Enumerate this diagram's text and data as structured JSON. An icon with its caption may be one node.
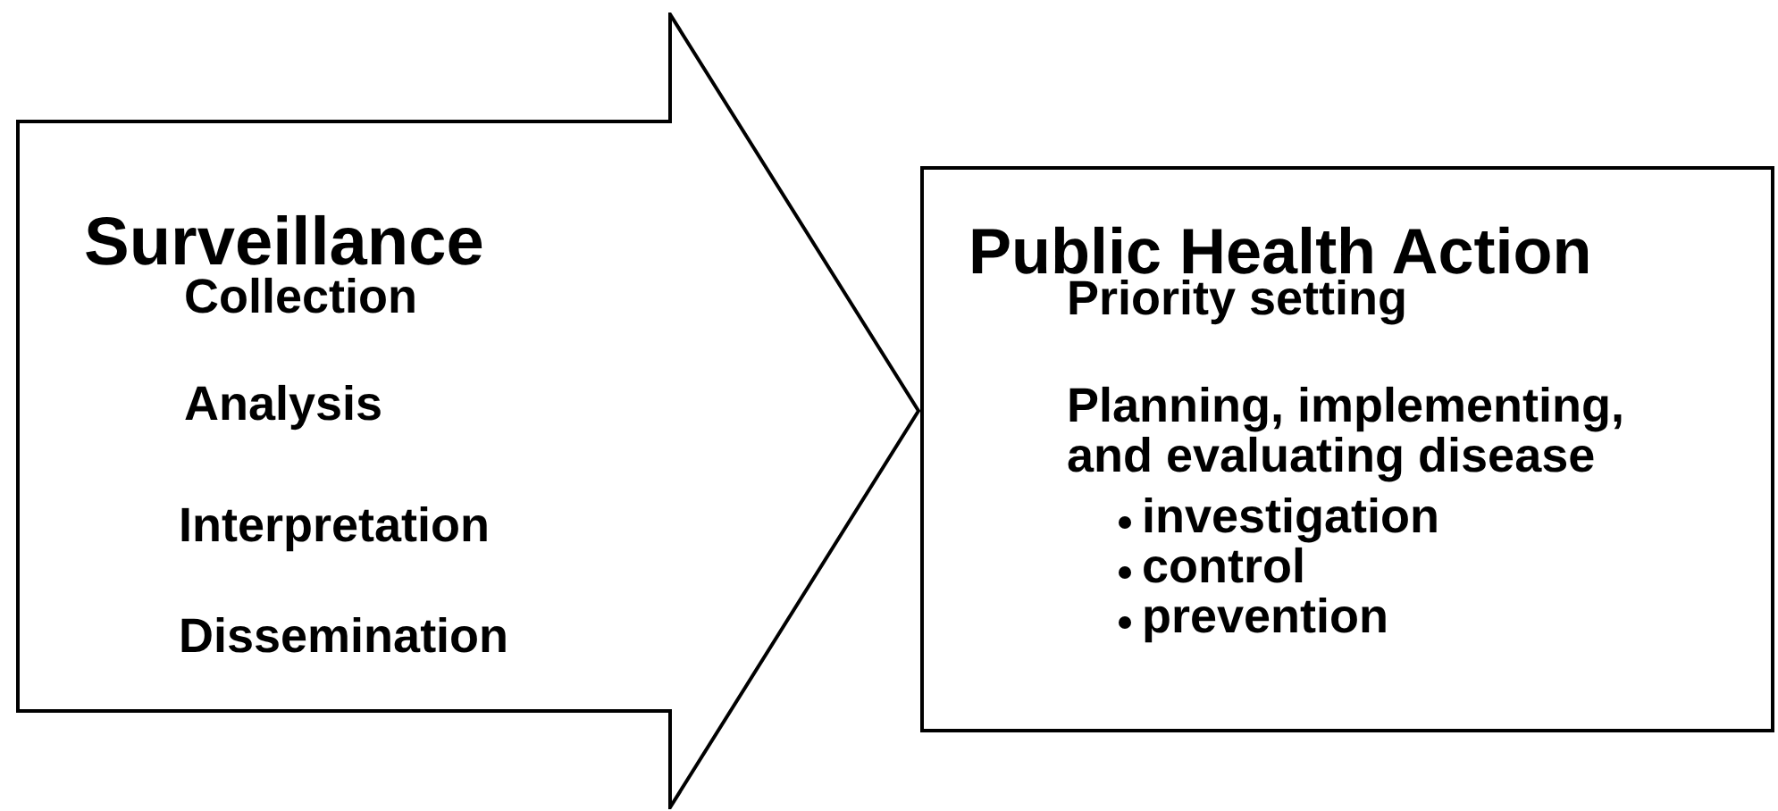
{
  "diagram": {
    "nodes": [
      {
        "text": [
          "Surveillance",
          "Collection",
          "Analysis",
          "Interpretation",
          "Dissemination"
        ]
      },
      {
        "text": [
          "Public Health Action",
          "Priority setting",
          "Planning, implementing, and evaluating disease",
          "investigation",
          "control",
          "prevention"
        ]
      }
    ]
  }
}
